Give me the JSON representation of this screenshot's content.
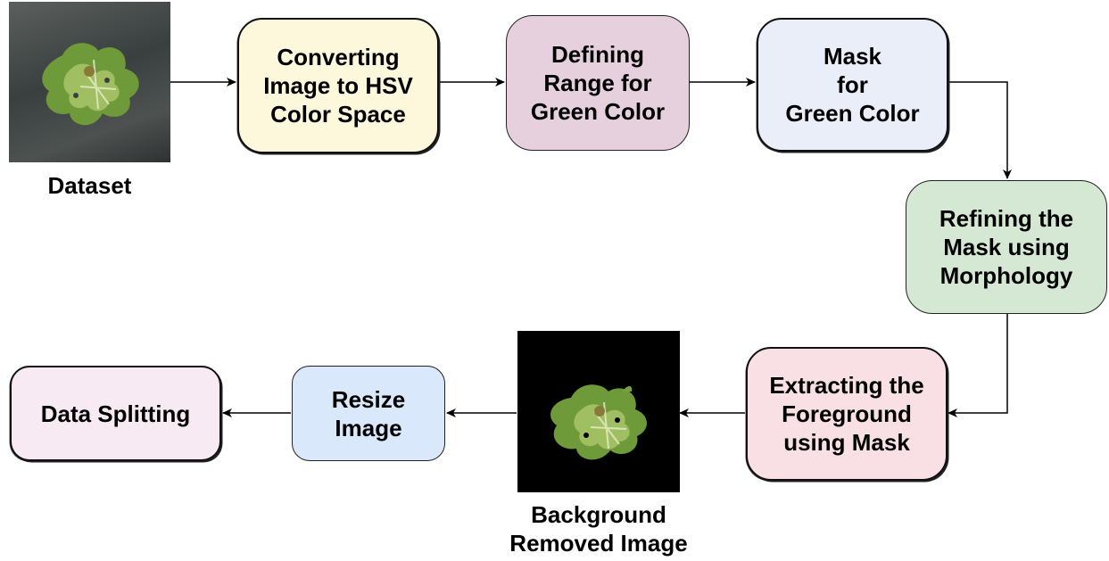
{
  "colors": {
    "hsv_fill": "#fdf8dc",
    "range_fill": "#e6d0de",
    "mask_fill": "#e9eef8",
    "refine_fill": "#d5e8d4",
    "extract_fill": "#f8e0e4",
    "resize_fill": "#dae8fc",
    "split_fill": "#f8eaf2",
    "arrow": "#000000"
  },
  "nodes": {
    "dataset_caption": "Dataset",
    "convert_hsv": "Converting\nImage to HSV\nColor Space",
    "define_range": "Defining\nRange for\nGreen Color",
    "mask_green": "Mask\nfor\nGreen Color",
    "refine_mask": "Refining the\nMask using\nMorphology",
    "extract_fg": "Extracting the\nForeground\nusing Mask",
    "bg_removed_caption": "Background\nRemoved Image",
    "resize": "Resize\nImage",
    "split": "Data Splitting"
  },
  "images": {
    "dataset": "leaf-photo-icon",
    "bg_removed": "leaf-on-black-icon"
  }
}
